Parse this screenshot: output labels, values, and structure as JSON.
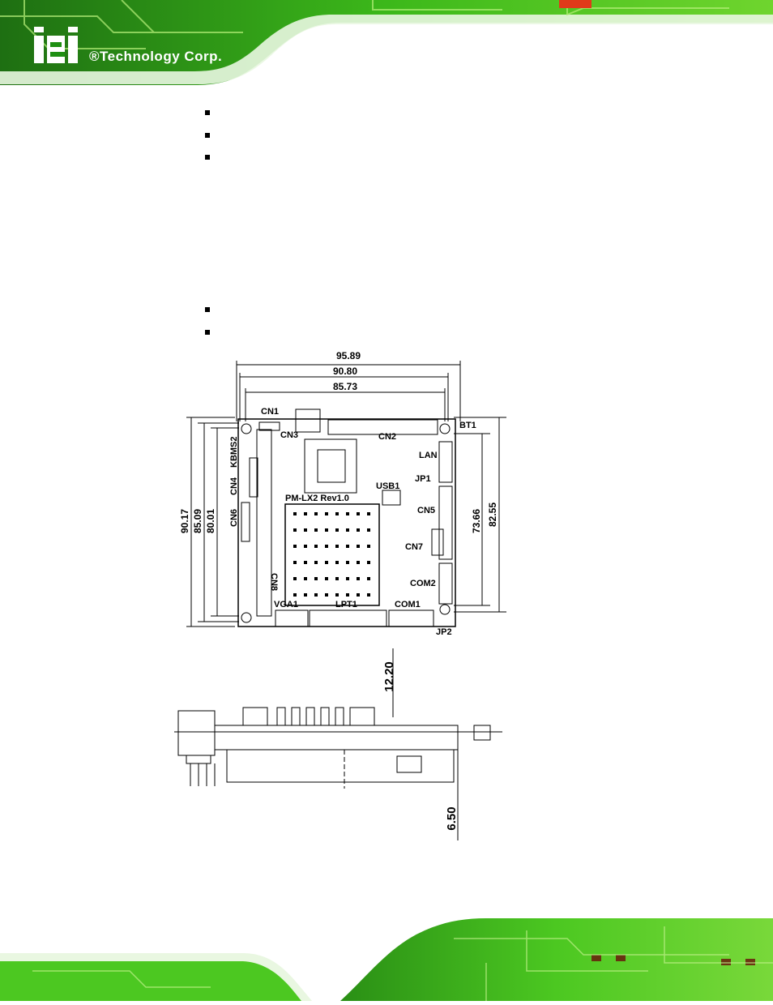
{
  "header": {
    "logo_text": "iEi",
    "company": "®Technology Corp."
  },
  "board_labels": {
    "cn1": "CN1",
    "cn2": "CN2",
    "cn3": "CN3",
    "cn4": "CN4",
    "kbms2": "KBMS2",
    "cn5": "CN5",
    "cn6": "CN6",
    "cn7": "CN7",
    "cn8": "CN8",
    "bt1": "BT1",
    "lan": "LAN",
    "jp1": "JP1",
    "jp2": "JP2",
    "usb1": "USB1",
    "com1": "COM1",
    "com2": "COM2",
    "vga1": "VGA1",
    "lpt1": "LPT1",
    "model": "PM-LX2 Rev1.0"
  },
  "dimensions": {
    "top": [
      "95.89",
      "90.80",
      "85.73"
    ],
    "left": [
      "90.17",
      "85.09",
      "80.01"
    ],
    "right": [
      "73.66",
      "82.55"
    ],
    "side_top": "12.20",
    "side_bottom": "6.50"
  },
  "colors": {
    "pcb_green": "#3cb81a",
    "pcb_light": "#8de23a",
    "pcb_dark": "#0f3d0a"
  }
}
